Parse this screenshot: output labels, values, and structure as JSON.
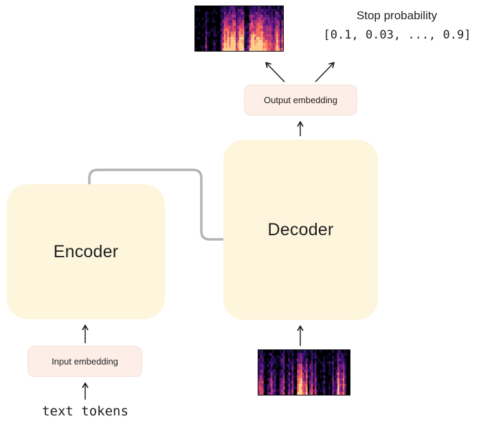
{
  "diagram": {
    "encoder_label": "Encoder",
    "decoder_label": "Decoder",
    "input_embedding_label": "Input embedding",
    "output_embedding_label": "Output embedding",
    "text_tokens_label": "text tokens",
    "stop_probability": {
      "title": "Stop probability",
      "values": "[0.1, 0.03, ..., 0.9]"
    }
  },
  "icons": {
    "top_image": "mel-spectrogram-icon",
    "bottom_image": "mel-spectrogram-icon"
  },
  "colors": {
    "block_fill": "#fdf5dc",
    "embedding_fill": "#fdeee8",
    "embedding_border": "#f6e0d8",
    "connector": "#b4b4b4",
    "arrow": "#1c1c1c",
    "text": "#1f1f1f",
    "spectrogram_background": "#000004"
  }
}
